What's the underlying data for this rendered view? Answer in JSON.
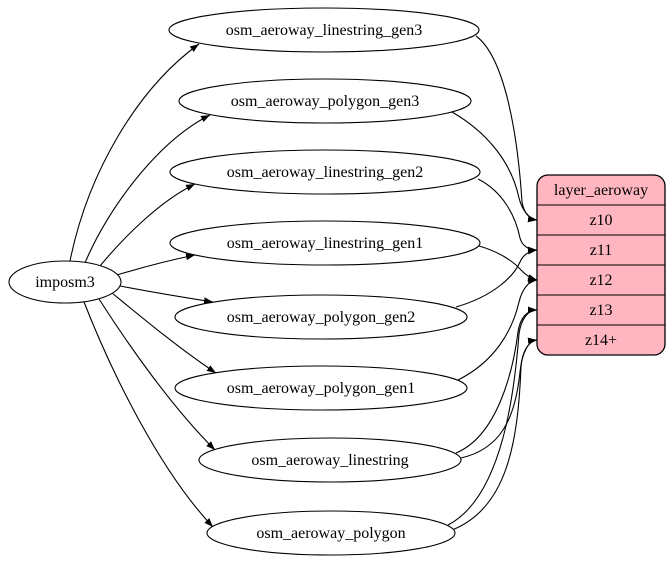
{
  "diagram": {
    "kind": "etl-graph",
    "background_color": "#ffffff",
    "edge_color": "#000000",
    "imposm_node": {
      "label": "imposm3"
    },
    "tables": [
      {
        "label": "osm_aeroway_linestring_gen3"
      },
      {
        "label": "osm_aeroway_polygon_gen3"
      },
      {
        "label": "osm_aeroway_linestring_gen2"
      },
      {
        "label": "osm_aeroway_linestring_gen1"
      },
      {
        "label": "osm_aeroway_polygon_gen2"
      },
      {
        "label": "osm_aeroway_polygon_gen1"
      },
      {
        "label": "osm_aeroway_linestring"
      },
      {
        "label": "osm_aeroway_polygon"
      }
    ],
    "layer": {
      "title": "layer_aeroway",
      "zoom_rows": [
        "z10",
        "z11",
        "z12",
        "z13",
        "z14+"
      ],
      "fill_color": "#ffb6c1",
      "border_color": "#000000"
    },
    "edges": {
      "from_imposm3": [
        "osm_aeroway_linestring_gen3",
        "osm_aeroway_polygon_gen3",
        "osm_aeroway_linestring_gen2",
        "osm_aeroway_linestring_gen1",
        "osm_aeroway_polygon_gen2",
        "osm_aeroway_polygon_gen1",
        "osm_aeroway_linestring",
        "osm_aeroway_polygon"
      ],
      "to_layer": [
        {
          "from": "osm_aeroway_linestring_gen3",
          "to": "z10"
        },
        {
          "from": "osm_aeroway_polygon_gen3",
          "to": "z10"
        },
        {
          "from": "osm_aeroway_linestring_gen2",
          "to": "z11"
        },
        {
          "from": "osm_aeroway_polygon_gen2",
          "to": "z11"
        },
        {
          "from": "osm_aeroway_linestring_gen1",
          "to": "z12"
        },
        {
          "from": "osm_aeroway_polygon_gen1",
          "to": "z12"
        },
        {
          "from": "osm_aeroway_linestring",
          "to": "z13"
        },
        {
          "from": "osm_aeroway_polygon",
          "to": "z13"
        },
        {
          "from": "osm_aeroway_linestring",
          "to": "z14+"
        },
        {
          "from": "osm_aeroway_polygon",
          "to": "z14+"
        }
      ]
    }
  }
}
